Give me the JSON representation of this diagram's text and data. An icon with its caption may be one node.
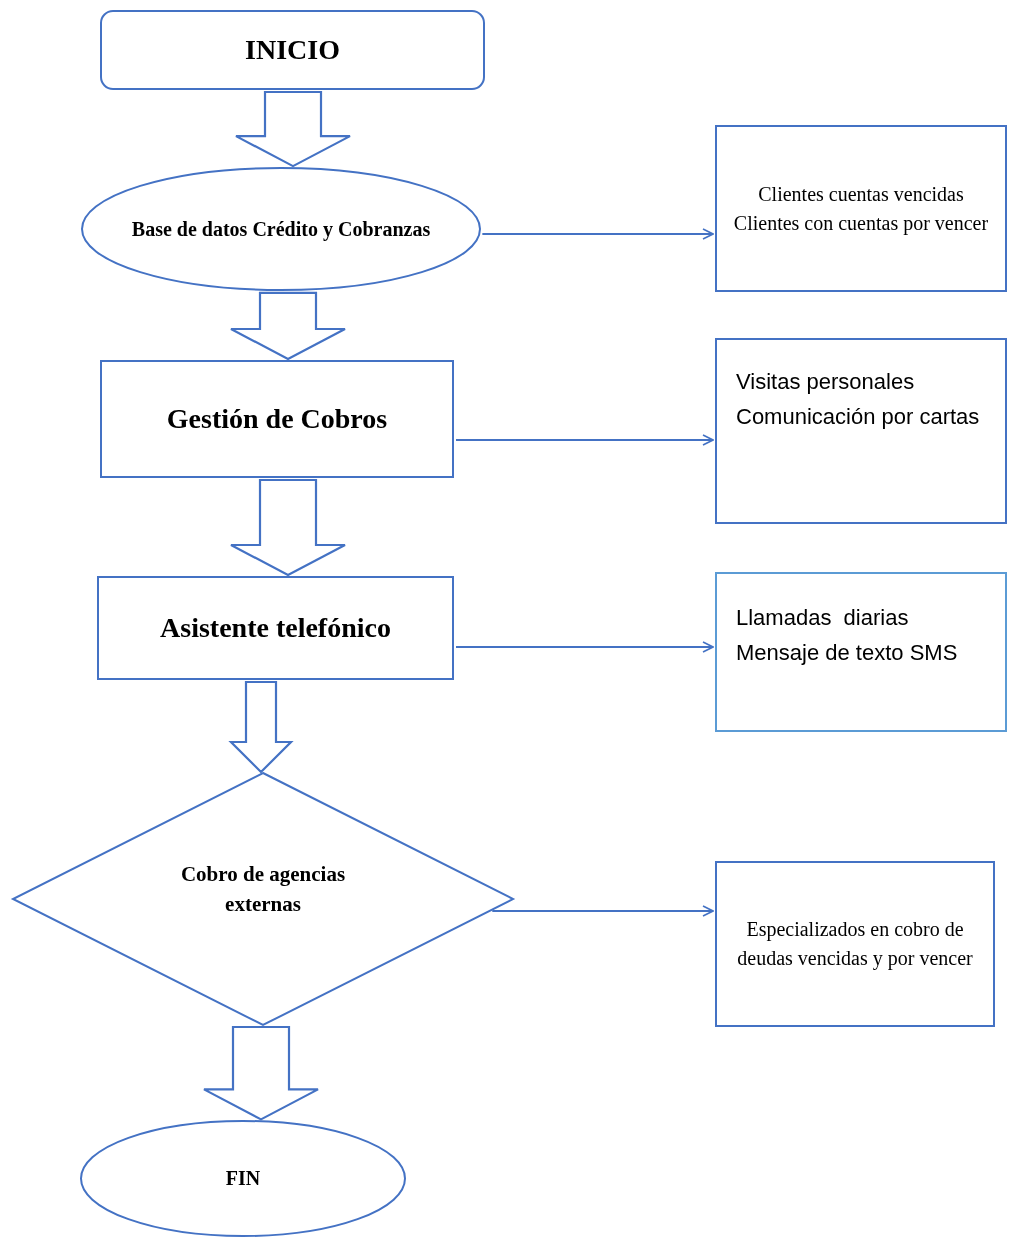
{
  "diagram": {
    "nodes": [
      {
        "text": [
          "INICIO"
        ]
      },
      {
        "text": [
          "Base de datos Crédito y Cobranzas"
        ]
      },
      {
        "text": [
          "Clientes cuentas vencidas",
          "Clientes con cuentas por vencer"
        ]
      },
      {
        "text": [
          "Gestión de Cobros"
        ]
      },
      {
        "text": [
          "Visitas personales",
          "Comunicación por cartas"
        ]
      },
      {
        "text": [
          "Asistente telefónico"
        ]
      },
      {
        "text": [
          "Llamadas  diarias",
          "Mensaje de texto SMS"
        ]
      },
      {
        "text": [
          "Cobro de agencias externas"
        ]
      },
      {
        "text": [
          "Especializados en cobro de deudas vencidas y por vencer"
        ]
      },
      {
        "text": [
          "FIN"
        ]
      }
    ],
    "edges": [
      {
        "from": 0,
        "to": 1,
        "arrow": "to",
        "style": "thick"
      },
      {
        "from": 1,
        "to": 2,
        "arrow": "to"
      },
      {
        "from": 1,
        "to": 3,
        "arrow": "to",
        "style": "thick"
      },
      {
        "from": 3,
        "to": 4,
        "arrow": "to"
      },
      {
        "from": 3,
        "to": 5,
        "arrow": "to",
        "style": "thick"
      },
      {
        "from": 5,
        "to": 6,
        "arrow": "to"
      },
      {
        "from": 5,
        "to": 7,
        "arrow": "to",
        "style": "thick"
      },
      {
        "from": 7,
        "to": 8,
        "arrow": "to"
      },
      {
        "from": 7,
        "to": 9,
        "arrow": "to",
        "style": "thick"
      }
    ]
  }
}
